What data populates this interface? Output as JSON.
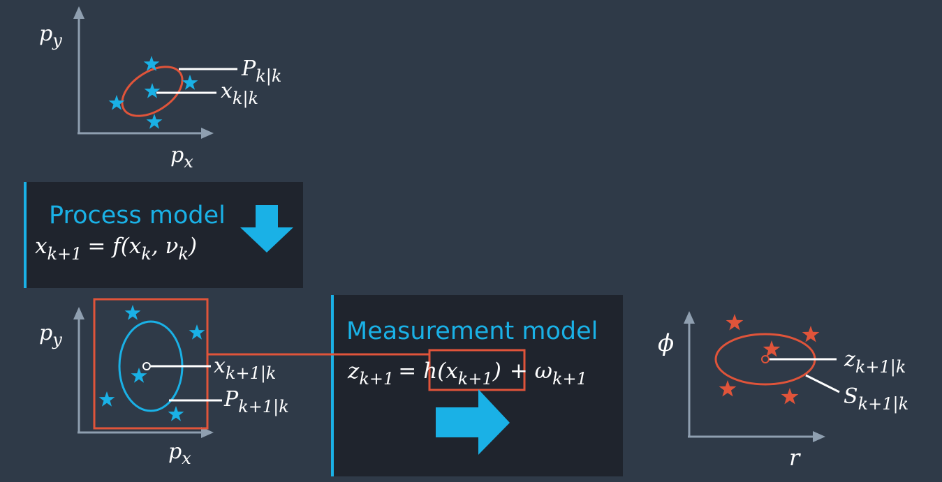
{
  "colors": {
    "background": "#2f3a48",
    "panel": "#1f242d",
    "accent_blue": "#1ab1e6",
    "accent_red": "#e0543a",
    "axis": "#8f9fb0",
    "text": "#ffffff"
  },
  "plot1": {
    "y_label": "p",
    "y_sub": "y",
    "x_label": "p",
    "x_sub": "x",
    "covariance_label": "P",
    "covariance_sub": "k|k",
    "mean_label": "x",
    "mean_sub": "k|k"
  },
  "process_panel": {
    "title": "Process model",
    "eq_lhs": "x",
    "eq_lhs_sub": "k+1",
    "eq_eq": "= f(x",
    "eq_arg1_sub": "k",
    "eq_mid": ", ν",
    "eq_arg2_sub": "k",
    "eq_close": ")",
    "arrow_icon": "arrow-down-icon"
  },
  "plot2": {
    "y_label": "p",
    "y_sub": "y",
    "x_label": "p",
    "x_sub": "x",
    "mean_label": "x",
    "mean_sub": "k+1|k",
    "covariance_label": "P",
    "covariance_sub": "k+1|k"
  },
  "measurement_panel": {
    "title": "Measurement model",
    "eq_lhs": "z",
    "eq_lhs_sub": "k+1",
    "eq_eq": "=",
    "eq_h": "h(x",
    "eq_h_sub": "k+1",
    "eq_h_close": ")",
    "eq_plus": "+ ω",
    "eq_plus_sub": "k+1",
    "arrow_icon": "arrow-right-icon"
  },
  "plot3": {
    "y_label": "ϕ",
    "x_label": "r",
    "mean_label": "z",
    "mean_sub": "k+1|k",
    "covariance_label": "S",
    "covariance_sub": "k+1|k"
  }
}
